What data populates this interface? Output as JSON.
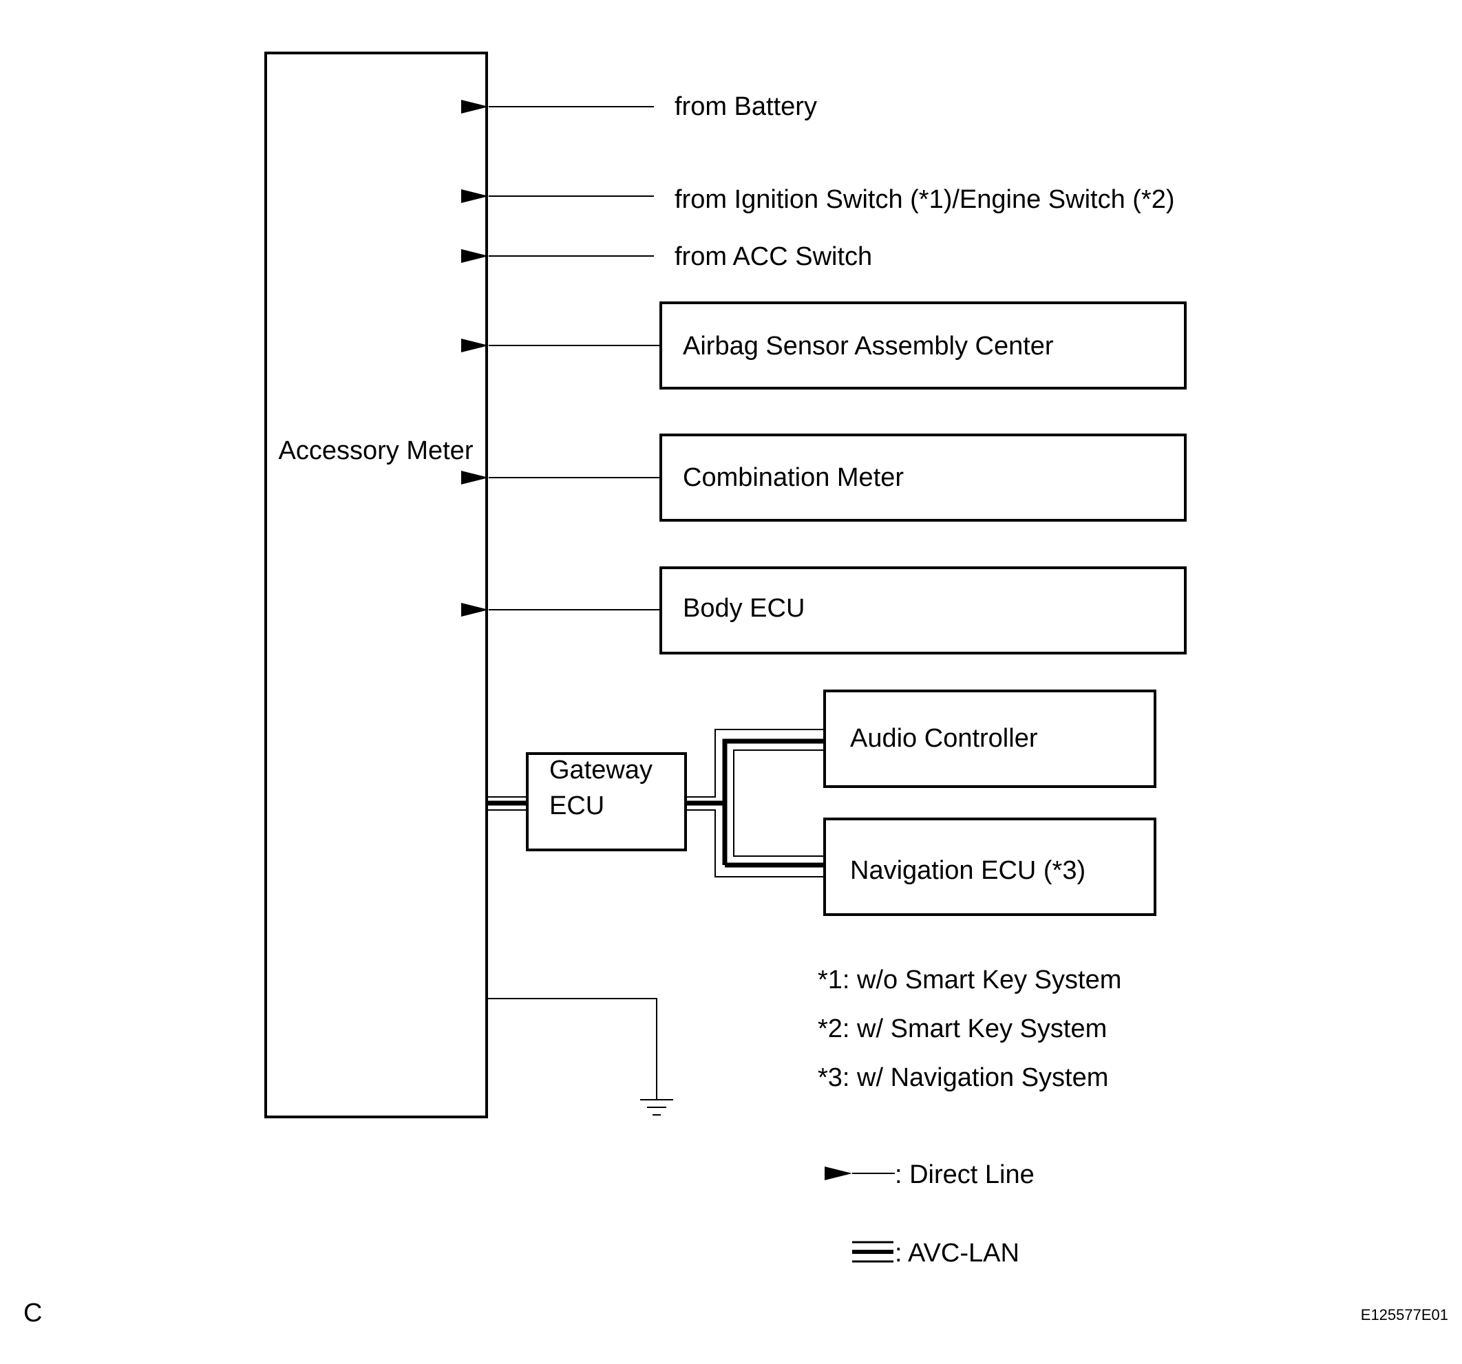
{
  "main_block": {
    "label": "Accessory Meter"
  },
  "inputs": [
    {
      "id": "battery",
      "label": "from Battery"
    },
    {
      "id": "ignition",
      "label": "from Ignition Switch (*1)/Engine Switch (*2)"
    },
    {
      "id": "acc",
      "label": "from ACC Switch"
    }
  ],
  "modules": [
    {
      "id": "airbag",
      "label": "Airbag Sensor Assembly Center"
    },
    {
      "id": "combination",
      "label": "Combination Meter"
    },
    {
      "id": "body",
      "label": "Body ECU"
    }
  ],
  "gateway": {
    "line1": "Gateway",
    "line2": "ECU"
  },
  "lan_devices": [
    {
      "id": "audio",
      "label": "Audio Controller"
    },
    {
      "id": "navigation",
      "label": "Navigation ECU (*3)"
    }
  ],
  "notes": [
    "*1: w/o Smart Key System",
    "*2: w/ Smart Key System",
    "*3: w/ Navigation System"
  ],
  "legend": {
    "direct_line": ": Direct Line",
    "avc_lan": ": AVC-LAN"
  },
  "footer": {
    "corner_left": "C",
    "figure_id": "E125577E01"
  }
}
